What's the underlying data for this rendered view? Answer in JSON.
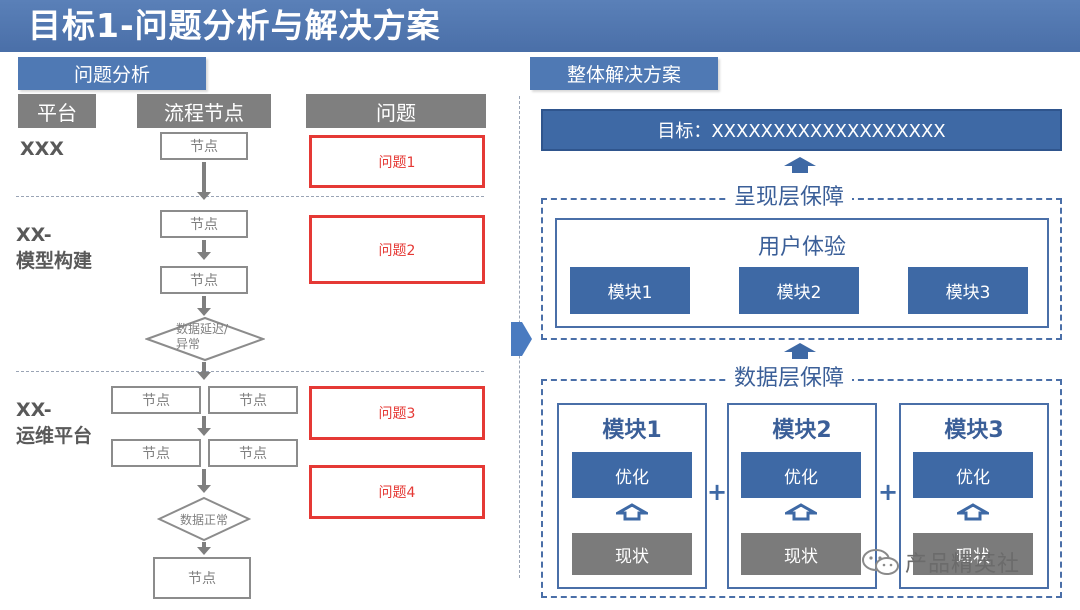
{
  "title": "目标1-问题分析与解决方案",
  "left": {
    "section_label": "问题分析",
    "col_platform": "平台",
    "col_flow": "流程节点",
    "col_problem": "问题",
    "row1_label": "XXX",
    "row2_label": "XX-\n模型构建",
    "row3_label": "XX-\n运维平台",
    "node": "节点",
    "decision1": "数据延迟/\n异常",
    "decision2": "数据正常",
    "problems": [
      "问题1",
      "问题2",
      "问题3",
      "问题4"
    ]
  },
  "right": {
    "section_label": "整体解决方案",
    "goal": "目标：XXXXXXXXXXXXXXXXXXX",
    "presentation_layer": "呈现层保障",
    "user_experience": "用户体验",
    "ux_modules": [
      "模块1",
      "模块2",
      "模块3"
    ],
    "data_layer": "数据层保障",
    "data_modules": [
      "模块1",
      "模块2",
      "模块3"
    ],
    "optimize": "优化",
    "status": "现状",
    "plus": "+"
  },
  "watermark": "产品精英社",
  "colors": {
    "brand_blue": "#4a6fa8",
    "problem_red": "#e53935",
    "gray": "#7f7f7f"
  }
}
